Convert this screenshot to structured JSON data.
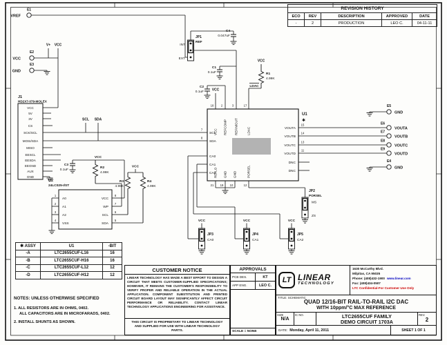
{
  "sheet": {
    "star": "✱"
  },
  "revision_history": {
    "title": "REVISION HISTORY",
    "headers": [
      "ECO",
      "REV",
      "DESCRIPTION",
      "APPROVED",
      "DATE"
    ],
    "row": {
      "eco": "-",
      "rev": "2",
      "description": "PRODUCTION",
      "approved": "LEO C.",
      "date": "04-11-11"
    }
  },
  "power": {
    "vcc": "VCC",
    "gnd": "GND",
    "vplus": "V+"
  },
  "nets": {
    "scl": "SCL",
    "sda": "SDA",
    "ldac": "LDAC"
  },
  "terminals": {
    "e1": {
      "ref": "E1",
      "net": "VREF"
    },
    "e2": {
      "ref": "E2",
      "net": "VCC"
    },
    "e3": {
      "ref": "E3",
      "net": "GND"
    },
    "e4": {
      "ref": "E4",
      "net": "GND"
    },
    "e5": {
      "ref": "E5",
      "net": "GND"
    },
    "e6": {
      "ref": "E6",
      "net": "VOUTA"
    },
    "e7": {
      "ref": "E7",
      "net": "VOUTB"
    },
    "e8": {
      "ref": "E8",
      "net": "VOUTC"
    },
    "e9": {
      "ref": "E9",
      "net": "VOUTD"
    }
  },
  "j1": {
    "ref": "J1",
    "part": "HD2X7-079-MOLEX",
    "pins": [
      "VCC",
      "5V",
      "3V",
      "CS",
      "SCK/SCL",
      "MOSI/SDA",
      "MISO",
      "EESCL",
      "EESDA",
      "EEGND",
      "AUX",
      "GND"
    ]
  },
  "u1": {
    "ref": "U1",
    "top_pins": [
      {
        "num": "18",
        "name": "VCC"
      },
      {
        "num": "2",
        "name": "REFCOMP"
      },
      {
        "num": "3",
        "name": "REFIN/OUT"
      },
      {
        "num": "17",
        "name": "LDAC"
      }
    ],
    "left_pins": [
      {
        "num": "7",
        "name": "SCL"
      },
      {
        "num": "8",
        "name": "SDA"
      },
      {
        "num": "",
        "name": "CA0"
      },
      {
        "num": "",
        "name": "CA1"
      },
      {
        "num": "",
        "name": "CA2"
      }
    ],
    "right_pins": [
      {
        "num": "15",
        "name": "VOUTA"
      },
      {
        "num": "14",
        "name": "VOUTB"
      },
      {
        "num": "13",
        "name": "VOUTC"
      },
      {
        "num": "11",
        "name": "VOUTD"
      },
      {
        "num": "",
        "name": "DNC"
      },
      {
        "num": "",
        "name": "DNC"
      }
    ],
    "bottom_pins": [
      {
        "num": "21",
        "name": "REFLO"
      },
      {
        "num": "19",
        "name": "GND"
      },
      {
        "num": "10",
        "name": "GND"
      },
      {
        "num": "12",
        "name": "PORSEL"
      }
    ]
  },
  "u2": {
    "ref": "U2",
    "part": "24LC025-I/ST",
    "left_pins": [
      {
        "num": "1",
        "name": "A0"
      },
      {
        "num": "2",
        "name": "A1"
      },
      {
        "num": "3",
        "name": "A2"
      },
      {
        "num": "4",
        "name": "VSS"
      }
    ],
    "right_pins": [
      {
        "num": "8",
        "name": "VCC"
      },
      {
        "num": "7",
        "name": "WP"
      },
      {
        "num": "6",
        "name": "SCL"
      },
      {
        "num": "5",
        "name": "SDA"
      }
    ]
  },
  "components": {
    "c1": {
      "ref": "C1",
      "value": "0.1uF"
    },
    "c2": {
      "ref": "C2",
      "value": "0.1uF"
    },
    "c3": {
      "ref": "C3",
      "value": "0.1uF"
    },
    "c4": {
      "ref": "C4",
      "value": "0.047uF"
    },
    "r1": {
      "ref": "R1",
      "value": "4.99K"
    },
    "r2": {
      "ref": "R2",
      "value": "4.99K"
    },
    "r3": {
      "ref": "R3",
      "value": "4.99K"
    },
    "r4": {
      "ref": "R4",
      "value": "4.99K"
    }
  },
  "jumpers": {
    "jp1": {
      "ref": "JP1",
      "name": "REF",
      "opt_top": "INT",
      "opt_bottom": "EXT"
    },
    "jp2": {
      "ref": "JP2",
      "name": "PORSEL",
      "opt_top": "MS",
      "opt_bottom": "ZS"
    },
    "jp3": {
      "ref": "JP3",
      "name": "CA0"
    },
    "jp4": {
      "ref": "JP4",
      "name": "CA1"
    },
    "jp5": {
      "ref": "JP5",
      "name": "CA2"
    }
  },
  "assy_table": {
    "headers": [
      "ASSY",
      "U1",
      "-BIT"
    ],
    "rows": [
      [
        "-A",
        "LTC2655CUF-L16",
        "16"
      ],
      [
        "-B",
        "LTC2655CUF-H16",
        "16"
      ],
      [
        "-C",
        "LTC2655CUF-L12",
        "12"
      ],
      [
        "-D",
        "LTC2655CUF-H12",
        "12"
      ]
    ]
  },
  "notes": {
    "title": "NOTES:  UNLESS OTHERWISE SPECIFIED",
    "line1": "1.  ALL RESISTORS ARE IN OHMS, 0402.",
    "line2": "ALL CAPACITORS ARE IN MICROFARADS, 0402.",
    "line3": "2.  INSTALL SHUNTS AS SHOWN."
  },
  "customer_notice": {
    "title": "CUSTOMER NOTICE",
    "body": "LINEAR TECHNOLOGY HAS MADE A BEST EFFORT TO DESIGN A CIRCUIT THAT MEETS CUSTOMER-SUPPLIED SPECIFICATIONS; HOWEVER, IT REMAINS THE CUSTOMER'S RESPONSIBILITY TO VERIFY PROPER AND RELIABLE OPERATION IN THE ACTUAL APPLICATION. COMPONENT SUBSTITUTION AND PRINTED CIRCUIT BOARD LAYOUT MAY SIGNIFICANTLY AFFECT CIRCUIT PERFORMANCE OR RELIABILITY. CONTACT LINEAR TECHNOLOGY APPLICATIONS ENGINEERING FOR ASSISTANCE.",
    "footer": "THIS CIRCUIT IS PROPRIETARY TO LINEAR TECHNOLOGY AND SUPPLIED FOR USE WITH LINEAR TECHNOLOGY PARTS."
  },
  "approvals": {
    "title": "APPROVALS",
    "rows": [
      {
        "label": "PCB DES.",
        "value": "KT"
      },
      {
        "label": "APP ENG.",
        "value": "LEO C."
      }
    ],
    "scale": "SCALE = NONE"
  },
  "title_block": {
    "logo": {
      "mark": "LT",
      "line1": "LINEAR",
      "line2": "TECHNOLOGY"
    },
    "address": {
      "line1": "1630 McCarthy Blvd.",
      "line2": "Milpitas, CA 95035",
      "phone": "Phone: (408)432-1900",
      "website": "www.linear.com",
      "fax": "Fax: (408)434-0507",
      "confidential": "LTC Confidential-For Customer Use Only"
    },
    "title_label": "TITLE: SCHEMATIC",
    "title_line1": "QUAD 12/16-BIT RAIL-TO-RAIL I2C DAC",
    "title_line2": "WITH 10ppm/°C MAX REFERENCE",
    "size_label": "SIZE",
    "size_value": "N/A",
    "ic_label": "IC NO.",
    "family_line1": "LTC2655CUF FAMILY",
    "family_line2": "DEMO CIRCUIT 1703A",
    "rev_label": "REV.",
    "rev_value": "2",
    "date_label": "DATE:",
    "date_value": "Monday, April 11, 2011",
    "sheet_text": "SHEET   1   OF   1"
  },
  "colors": {
    "accent_blue": "#0000bf",
    "warning_red": "#cc0000",
    "pad_gray": "#b3b3b3"
  }
}
